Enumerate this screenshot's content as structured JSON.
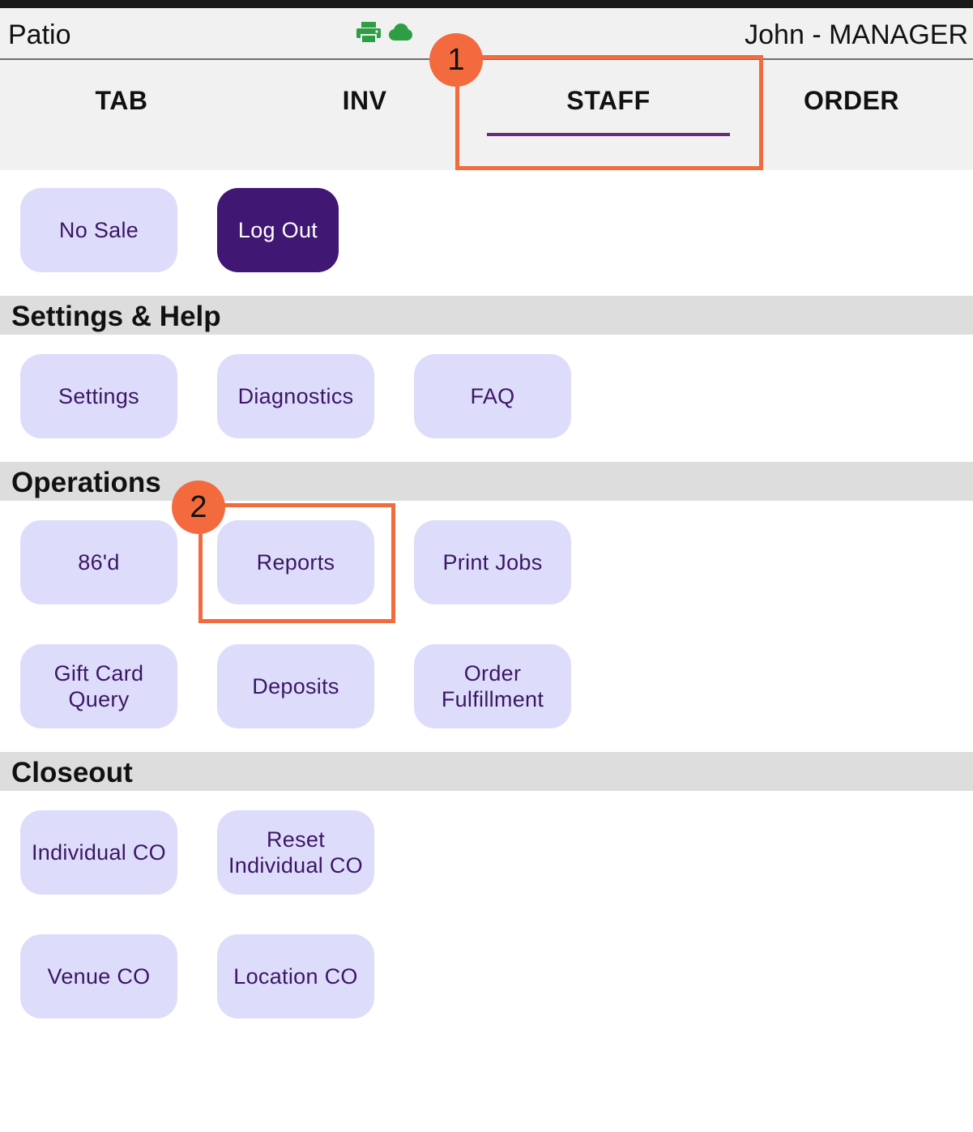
{
  "header": {
    "location": "Patio",
    "user": "John - MANAGER",
    "icons": [
      "printer-icon",
      "cloud-icon"
    ],
    "icon_color": "#2e9e44"
  },
  "tabs": [
    {
      "label": "TAB",
      "active": false
    },
    {
      "label": "INV",
      "active": false
    },
    {
      "label": "STAFF",
      "active": true
    },
    {
      "label": "ORDER",
      "active": false
    }
  ],
  "top_actions": {
    "no_sale": "No Sale",
    "log_out": "Log Out"
  },
  "sections": {
    "settings_help": {
      "title": "Settings & Help",
      "buttons": [
        "Settings",
        "Diagnostics",
        "FAQ"
      ]
    },
    "operations": {
      "title": "Operations",
      "buttons": [
        "86'd",
        "Reports",
        "Print Jobs",
        "Gift Card\nQuery",
        "Deposits",
        "Order\nFulfillment"
      ]
    },
    "closeout": {
      "title": "Closeout",
      "buttons": [
        "Individual CO",
        "Reset\nIndividual CO",
        "Venue CO",
        "Location CO"
      ]
    }
  },
  "annotations": {
    "step1": "1",
    "step2": "2",
    "color": "#f26a3d"
  },
  "colors": {
    "button_bg": "#dedcfb",
    "button_text": "#3b1763",
    "primary": "#401773",
    "tab_underline": "#6b2a7e"
  }
}
